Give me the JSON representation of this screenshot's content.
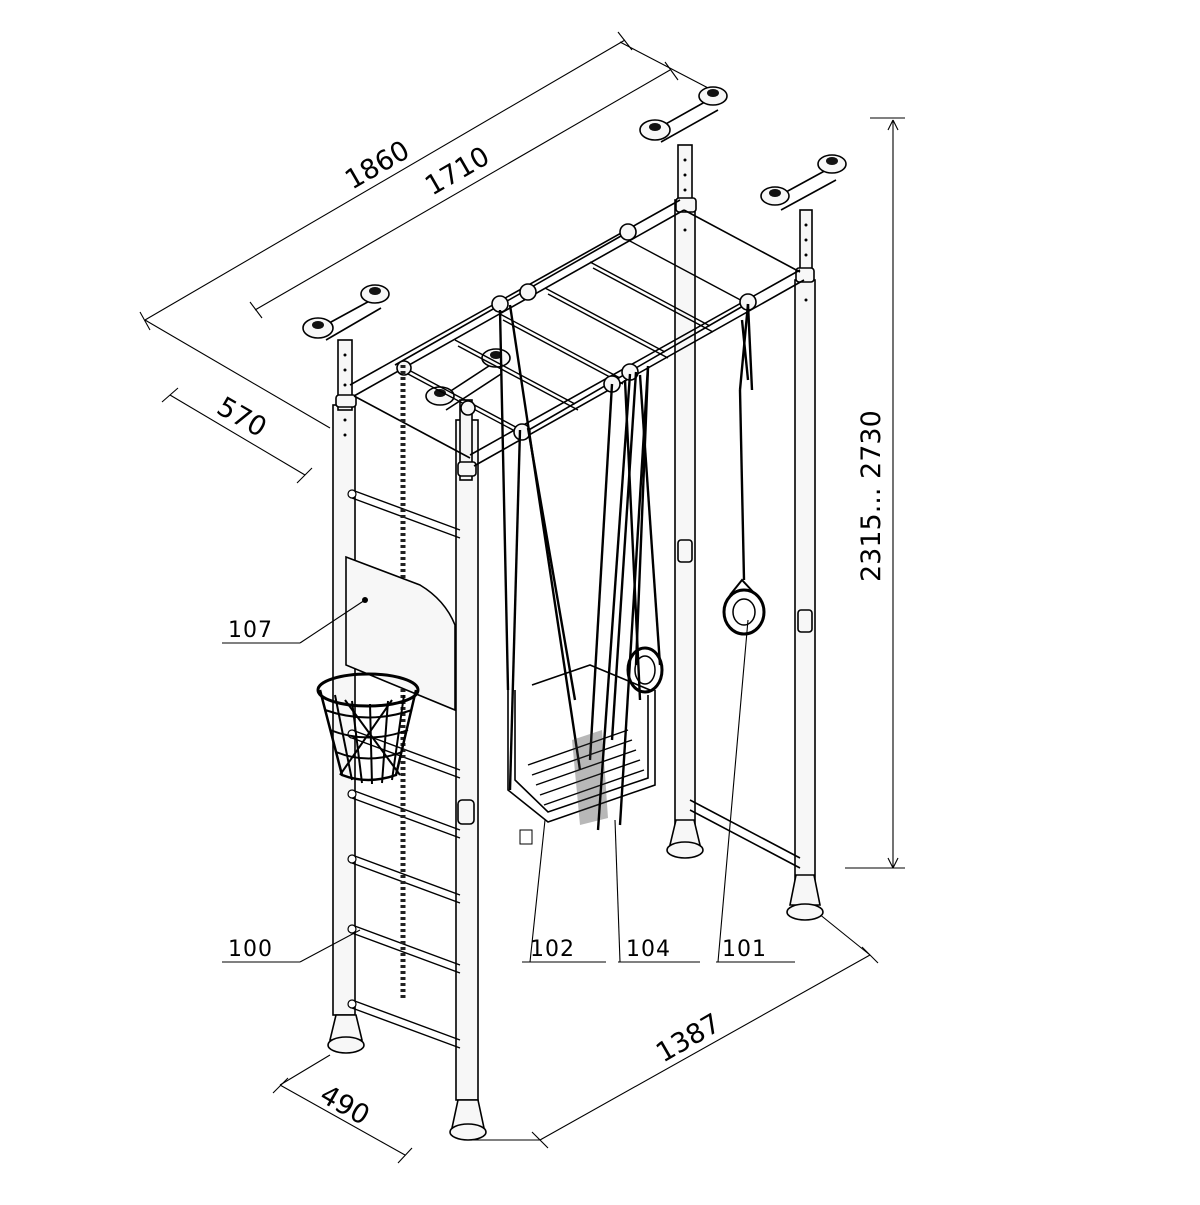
{
  "dimensions": {
    "length_outer": "1860",
    "length_inner": "1710",
    "depth_top": "570",
    "height_range": "2315... 2730",
    "base_length": "1387",
    "base_depth": "490"
  },
  "callouts": {
    "backboard": "107",
    "wall_bars": "100",
    "swing": "102",
    "rope_ladder": "104",
    "rings": "101"
  }
}
